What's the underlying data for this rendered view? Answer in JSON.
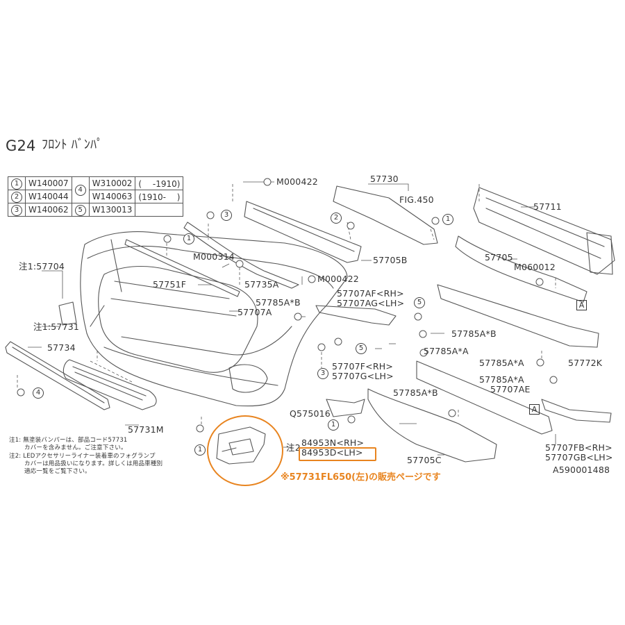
{
  "header": {
    "code": "G24",
    "title_jp": "ﾌﾛﾝﾄ ﾊﾞﾝﾊﾟ"
  },
  "fastener_table": {
    "rows": [
      {
        "num": "1",
        "code": "W140007",
        "num2": "4",
        "code2": "W310002",
        "range": "(　 -1910)"
      },
      {
        "num": "2",
        "code": "W140044",
        "num2": "",
        "code2": "W140063",
        "range": "(1910- 　)"
      },
      {
        "num": "3",
        "code": "W140062",
        "num2": "5",
        "code2": "W130013",
        "range": ""
      }
    ]
  },
  "labels": {
    "m000422_top": "M000422",
    "p57730": "57730",
    "fig450": "FIG.450",
    "p57711": "57711",
    "p57704": "注1:57704",
    "m000314": "M000314",
    "p57705b": "57705B",
    "p57705": "57705",
    "m060012": "M060012",
    "p57751f": "57751F",
    "p57735a": "57735A",
    "m000422_mid": "M000422",
    "p57785a_b1": "57785A*B",
    "p57707af": "57707AF<RH>",
    "p57707ag": "57707AG<LH>",
    "p57707a": "57707A",
    "p57731_note": "注1:57731",
    "p57785a_b2": "57785A*B",
    "p57734": "57734",
    "p57785a_a1": "57785A*A",
    "p57785a_a2": "57785A*A",
    "p57772k": "57772K",
    "p57707f": "57707F<RH>",
    "p57707g": "57707G<LH>",
    "p57785a_a3": "57785A*A",
    "p57707ae": "57707AE",
    "p57785a_b3": "57785A*B",
    "q575016": "Q575016",
    "p57731m": "57731M",
    "note2": "注2",
    "p84953n": "84953N<RH>",
    "p84953d": "84953D<LH>",
    "p57705c": "57705C",
    "p57707fb": "57707FB<RH>",
    "p57707gb": "57707GB<LH>",
    "diagram_id": "A590001488",
    "ref_a": "A"
  },
  "notes": {
    "n1a": "注1: 無塗装バンパーは、部品コード57731",
    "n1b": "カバーを含みません。ご注意下さい。",
    "n2a": "注2: LEDアクセサリーライナー装着車のフォグランプ",
    "n2b": "カバーは用品扱いになります。詳しくは用品車種別",
    "n2c": "適応一覧をご覧下さい。"
  },
  "caption": "※57731FL650(左)の販売ページです",
  "colors": {
    "highlight": "#e8841f",
    "line": "#555555",
    "text": "#333333"
  }
}
